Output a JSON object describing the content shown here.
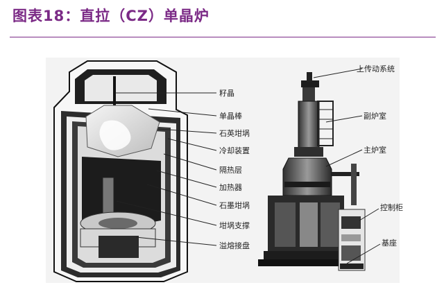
{
  "title": "图表18：直拉（CZ）单晶炉",
  "diagram": {
    "left_labels": [
      "籽晶",
      "单晶棒",
      "石英坩埚",
      "冷却装置",
      "隔热层",
      "加热器",
      "石墨坩埚",
      "坩埚支撑",
      "溢熔接盘"
    ],
    "right_labels": [
      "上传动系统",
      "副炉室",
      "主炉室",
      "控制柜",
      "基座"
    ]
  }
}
